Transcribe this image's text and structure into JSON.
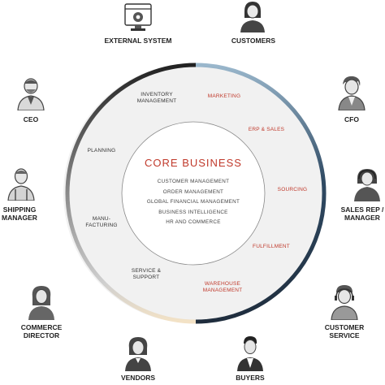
{
  "stakeholders": {
    "external_system": "EXTERNAL SYSTEM",
    "customers": "CUSTOMERS",
    "ceo": "CEO",
    "cfo": "CFO",
    "shipping_manager": [
      "SHIPPING",
      "MANAGER"
    ],
    "sales_rep_manager": [
      "SALES REP /",
      "MANAGER"
    ],
    "commerce_director": [
      "COMMERCE",
      "DIRECTOR"
    ],
    "customer_service": [
      "CUSTOMER",
      "SERVICE"
    ],
    "vendors": "VENDORS",
    "buyers": "BUYERS"
  },
  "left_segments": {
    "inventory_management": [
      "INVENTORY",
      "MANAGEMENT"
    ],
    "planning": "PLANNING",
    "manufacturing": [
      "MANU-",
      "FACTURING"
    ],
    "service_support": [
      "SERVICE &",
      "SUPPORT"
    ]
  },
  "right_segments": {
    "marketing": "MARKETING",
    "erp_sales": "ERP & SALES",
    "sourcing": "SOURCING",
    "fulfillment": "FULFILLMENT",
    "warehouse_management": [
      "WAREHOUSE",
      "MANAGEMENT"
    ]
  },
  "core": {
    "title": "CORE BUSINESS",
    "items": [
      "CUSTOMER MANAGEMENT",
      "ORDER MANAGEMENT",
      "GLOBAL FINANCIAL MANAGEMENT",
      "BUSINESS INTELLIGENCE",
      "HR AND COMMERCE"
    ]
  },
  "colors": {
    "accent_red": "#c0392b",
    "ring_dark": "#2b3f55",
    "ring_light_blue": "#9ab7cc",
    "ring_black": "#222222",
    "ring_grey": "#8a8a8a",
    "ring_cream": "#f6e9d4"
  }
}
